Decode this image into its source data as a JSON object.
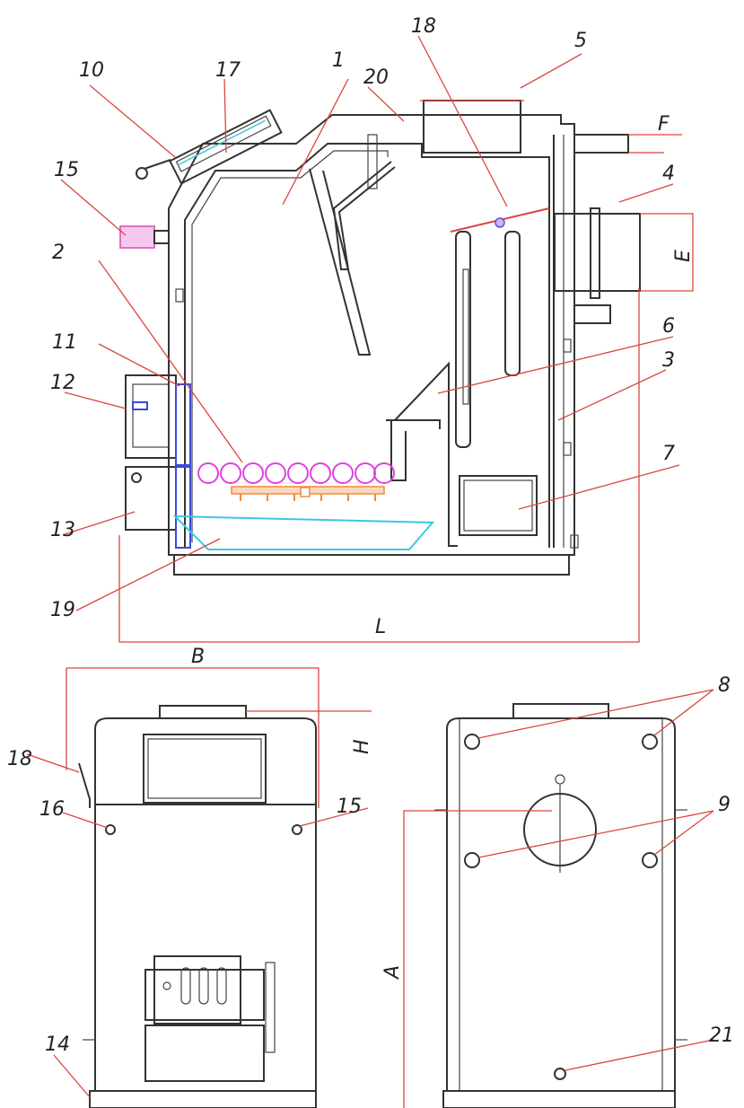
{
  "callouts": [
    "1",
    "2",
    "3",
    "4",
    "5",
    "6",
    "7",
    "8",
    "9",
    "10",
    "11",
    "12",
    "13",
    "14",
    "15",
    "16",
    "17",
    "18",
    "19",
    "20",
    "21"
  ],
  "dimensions": {
    "L": "L",
    "E": "E",
    "F": "F",
    "B": "B",
    "H": "H",
    "A": "A"
  },
  "colors": {
    "leader": "#d9463e",
    "outline": "#333333",
    "burner_rings": "#e040e0",
    "grate": "#f08a3c",
    "ash_pan": "#3cc8e0",
    "door_frame": "#3a4bd8",
    "valve": "#e070c8",
    "spark": "#6a4bd8"
  }
}
